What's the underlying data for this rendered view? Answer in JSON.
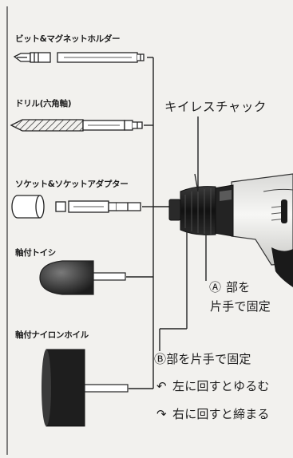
{
  "labels": {
    "bit_holder": "ビット&マグネットホルダー",
    "drill": "ドリル(六角軸)",
    "socket": "ソケット&ソケットアダプター",
    "grinding_stone": "軸付トイシ",
    "nylon_wheel": "軸付ナイロンホイル",
    "keyless_chuck": "キイレスチャック",
    "part_a_mark": "Ⓐ",
    "part_a_line1": "部を",
    "part_a_line2": "片手で固定",
    "part_b": "Ⓑ部を片手で固定",
    "rotate_left": "左に回すとゆるむ",
    "rotate_right": "右に回すと締まる"
  },
  "icons": {
    "rotate_left": "counterclockwise-arrow",
    "rotate_right": "clockwise-arrow"
  },
  "colors": {
    "ink": "#1d1d1d",
    "paper": "#f2f1ee",
    "tool_body": "#e8e8e6",
    "chuck": "#1a1a1a",
    "wheel": "#1e1e1e"
  }
}
